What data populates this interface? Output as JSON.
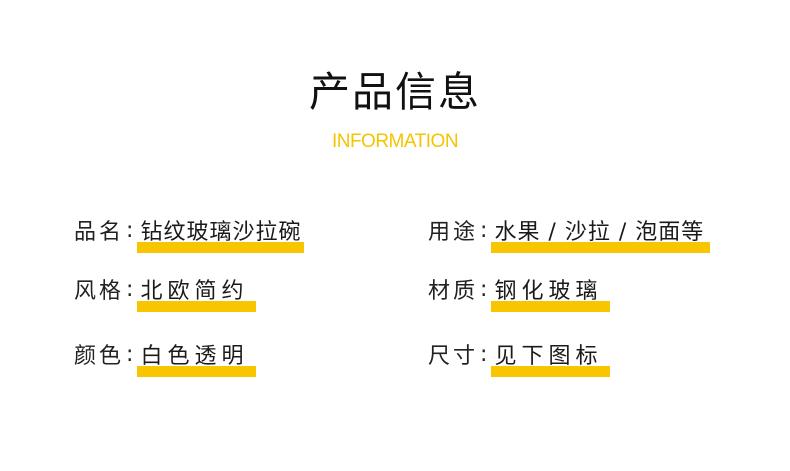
{
  "header": {
    "title": "产品信息",
    "subtitle": "INFORMATION"
  },
  "separator": ":",
  "specs": {
    "name": {
      "label": "品名",
      "value": "钻纹玻璃沙拉碗"
    },
    "usage": {
      "label": "用途",
      "value": "水果 / 沙拉 / 泡面等"
    },
    "style": {
      "label": "风格",
      "value": "北欧简约"
    },
    "material": {
      "label": "材质",
      "value": "钢化玻璃"
    },
    "color": {
      "label": "颜色",
      "value": "白色透明"
    },
    "size": {
      "label": "尺寸",
      "value": "见下图标"
    }
  },
  "colors": {
    "accent": "#F7C600",
    "text": "#1A1A1A"
  }
}
